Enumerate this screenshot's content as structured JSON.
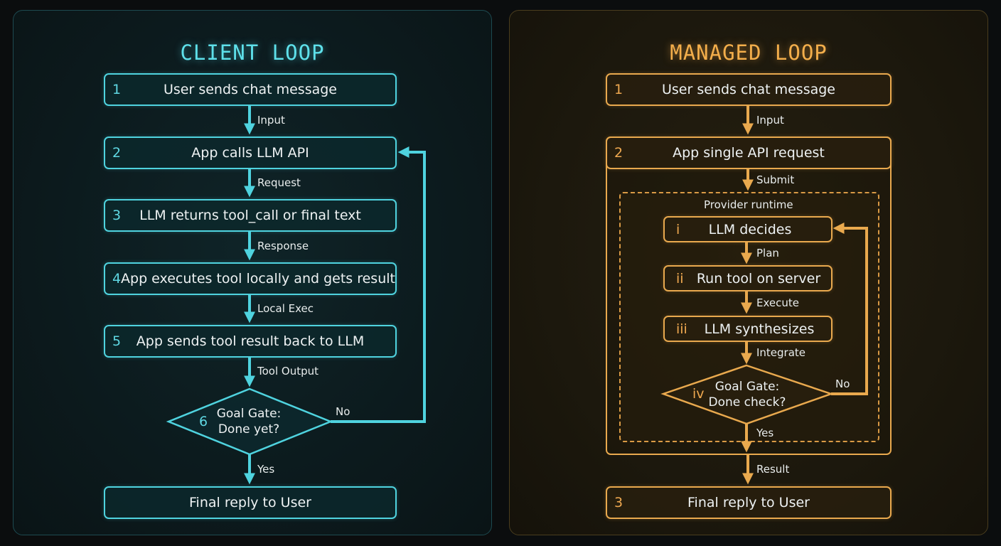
{
  "client": {
    "title": "CLIENT LOOP",
    "steps": [
      {
        "num": "1",
        "label": "User sends chat message"
      },
      {
        "num": "2",
        "label": "App calls LLM API"
      },
      {
        "num": "3",
        "label": "LLM returns tool_call or final text"
      },
      {
        "num": "4",
        "label": "App executes tool locally and gets result"
      },
      {
        "num": "5",
        "label": "App sends tool result back to LLM"
      }
    ],
    "gate": {
      "num": "6",
      "line1": "Goal Gate:",
      "line2": "Done yet?"
    },
    "final": {
      "label": "Final reply to User"
    },
    "edges": {
      "input": "Input",
      "request": "Request",
      "response": "Response",
      "local_exec": "Local Exec",
      "tool_output": "Tool Output",
      "no": "No",
      "yes": "Yes"
    }
  },
  "managed": {
    "title": "MANAGED LOOP",
    "steps": [
      {
        "num": "1",
        "label": "User sends chat message"
      },
      {
        "num": "2",
        "label": "App single API request"
      }
    ],
    "runtime": {
      "label": "Provider runtime",
      "steps": [
        {
          "num": "i",
          "label": "LLM decides"
        },
        {
          "num": "ii",
          "label": "Run tool on server"
        },
        {
          "num": "iii",
          "label": "LLM synthesizes"
        }
      ],
      "gate": {
        "num": "iv",
        "line1": "Goal Gate:",
        "line2": "Done check?"
      }
    },
    "final": {
      "num": "3",
      "label": "Final reply to User"
    },
    "edges": {
      "input": "Input",
      "submit": "Submit",
      "plan": "Plan",
      "execute": "Execute",
      "integrate": "Integrate",
      "no": "No",
      "yes": "Yes",
      "result": "Result"
    }
  },
  "colors": {
    "cyan": "#4fd3df",
    "amber": "#e9a94e"
  }
}
